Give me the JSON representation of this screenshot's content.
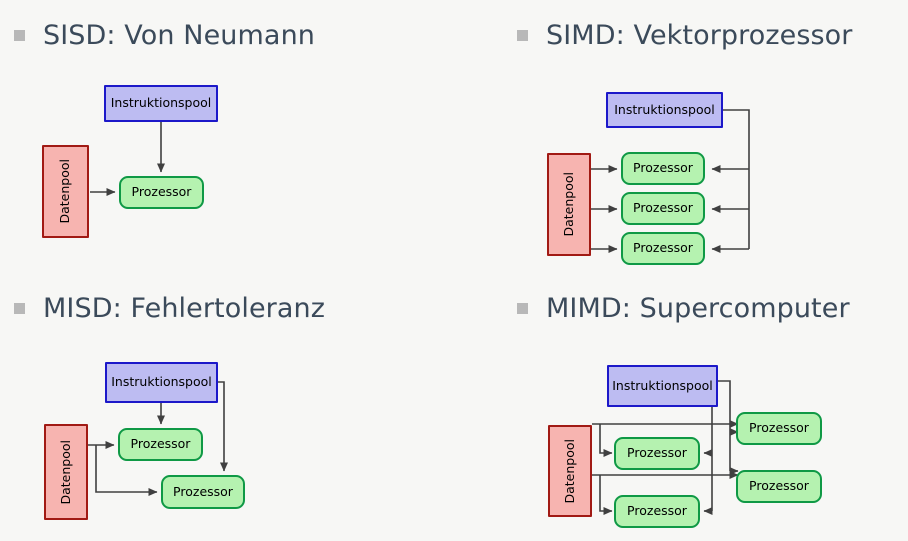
{
  "slide": {
    "background_color": "#f7f7f5",
    "heading_color": "#3b4a5a",
    "bullet_color": "#b8b8b8",
    "arrow_color": "#404040"
  },
  "palette": {
    "instruction_fill": "#bdbcf2",
    "instruction_stroke": "#1c18c9",
    "data_fill": "#f7b4b0",
    "data_stroke": "#a11a14",
    "processor_fill": "#b5f2b0",
    "processor_stroke": "#0f9945"
  },
  "quadrants": [
    {
      "id": "sisd",
      "heading": "SISD: Von Neumann",
      "instruction_label": "Instruktionspool",
      "data_label": "Datenpool",
      "processor_labels": [
        "Prozessor"
      ],
      "processor_count": 1
    },
    {
      "id": "simd",
      "heading": "SIMD: Vektorprozessor",
      "instruction_label": "Instruktionspool",
      "data_label": "Datenpool",
      "processor_labels": [
        "Prozessor",
        "Prozessor",
        "Prozessor"
      ],
      "processor_count": 3
    },
    {
      "id": "misd",
      "heading": "MISD: Fehlertoleranz",
      "instruction_label": "Instruktionspool",
      "data_label": "Datenpool",
      "processor_labels": [
        "Prozessor",
        "Prozessor"
      ],
      "processor_count": 2
    },
    {
      "id": "mimd",
      "heading": "MIMD: Supercomputer",
      "instruction_label": "Instruktionspool",
      "data_label": "Datenpool",
      "processor_labels": [
        "Prozessor",
        "Prozessor",
        "Prozessor",
        "Prozessor"
      ],
      "processor_count": 4
    }
  ]
}
